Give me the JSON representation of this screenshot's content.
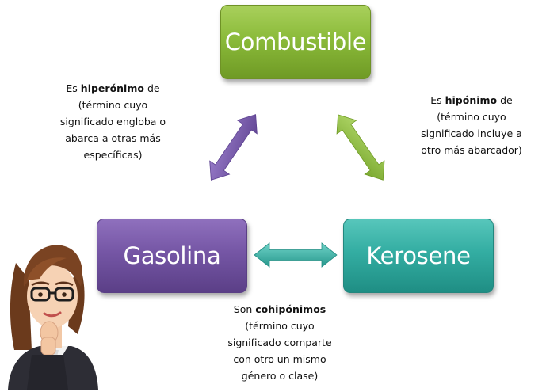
{
  "nodes": {
    "top": {
      "label": "Combustible",
      "color": "#8bbb3a"
    },
    "left": {
      "label": "Gasolina",
      "color": "#7556a5"
    },
    "right": {
      "label": "Kerosene",
      "color": "#33ada2"
    }
  },
  "notes": {
    "left": {
      "prefix": "Es ",
      "bold": "hiperónimo",
      "suffix": " de",
      "lines": [
        "(término cuyo",
        "significado engloba o",
        "abarca a otras más",
        "específicas)"
      ]
    },
    "right": {
      "prefix": "Es ",
      "bold": "hipónimo",
      "suffix": " de",
      "lines": [
        "(término cuyo",
        "significado incluye a",
        "otro más abarcador)"
      ]
    },
    "bottom": {
      "prefix": "Son ",
      "bold": "cohipónimos",
      "suffix": "",
      "lines": [
        "(término cuyo",
        "significado comparte",
        "con otro un mismo",
        "género o clase)"
      ]
    }
  },
  "arrow_colors": {
    "left": "#7c5cb0",
    "right": "#8fc03c",
    "bottom": "#3fb9ad"
  },
  "icons": {
    "person": "woman-thinking-illustration"
  }
}
